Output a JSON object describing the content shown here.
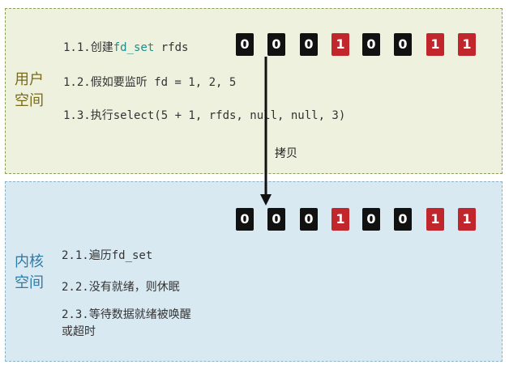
{
  "user_space": {
    "label_lines": [
      "用户",
      "空间"
    ],
    "steps": [
      {
        "prefix": "1.1.创建",
        "accent": "fd_set",
        "suffix": " rfds"
      },
      {
        "prefix": "1.2.假如要监听 fd = 1, 2, 5",
        "accent": "",
        "suffix": ""
      },
      {
        "prefix": "1.3.执行select(5 + 1, rfds, null, null, 3)",
        "accent": "",
        "suffix": ""
      }
    ],
    "bits": [
      0,
      0,
      0,
      1,
      0,
      0,
      1,
      1
    ]
  },
  "arrow_label": "拷贝",
  "kernel_space": {
    "label_lines": [
      "内核",
      "空间"
    ],
    "steps": [
      "2.1.遍历fd_set",
      "2.2.没有就绪，则休眠",
      "2.3.等待数据就绪被唤醒",
      "或超时"
    ],
    "bits": [
      0,
      0,
      0,
      1,
      0,
      0,
      1,
      1
    ]
  },
  "colors": {
    "bit_zero": "#111111",
    "bit_one": "#c0262c",
    "user_label": "#7a6b17",
    "kernel_label": "#2e7ba8",
    "accent": "#1f8c8c"
  }
}
